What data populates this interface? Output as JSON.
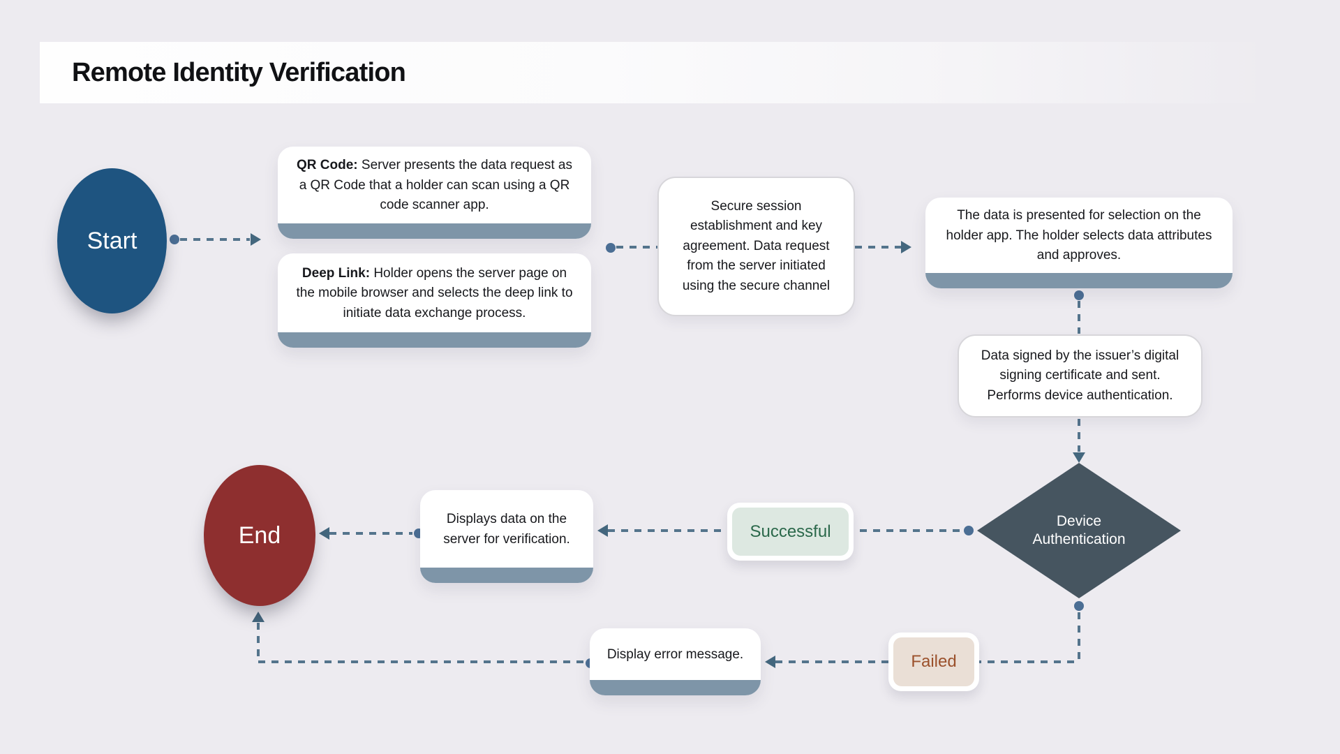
{
  "title": "Remote Identity Verification",
  "nodes": {
    "start": {
      "label": "Start"
    },
    "qr_box": {
      "lead": "QR Code:",
      "body": " Server presents the data request as a QR Code that a holder can scan using a QR code scanner app."
    },
    "deep_link_box": {
      "lead": "Deep Link:",
      "body": " Holder opens the server page on the mobile browser and selects the deep link to initiate data exchange process."
    },
    "secure_session_box": {
      "body": "Secure session establishment and key agreement. Data request from the server initiated using the secure channel"
    },
    "data_presented_box": {
      "body": "The data is presented for selection on the holder app. The holder selects data attributes and approves."
    },
    "data_signed_box": {
      "body": "Data signed by the issuer’s digital signing certificate and sent. Performs device authentication."
    },
    "decision": {
      "label": "Device Authentication"
    },
    "successful_label": {
      "label": "Successful"
    },
    "failed_label": {
      "label": "Failed"
    },
    "display_data_box": {
      "body": "Displays data on the server for verification."
    },
    "display_error_box": {
      "body": "Display error message."
    },
    "end": {
      "label": "End"
    }
  },
  "colors": {
    "background": "#edebf0",
    "start_fill": "#1e5480",
    "end_fill": "#8e2f2f",
    "decision_fill": "#465560",
    "card_footer": "#7e95a8",
    "connector": "#54748c",
    "connector_dot": "#4b6e94",
    "connector_arrow": "#44677e",
    "success_bg": "#dde8e1",
    "success_text": "#2a684a",
    "failed_bg": "#eadfd6",
    "failed_text": "#9b512c"
  }
}
